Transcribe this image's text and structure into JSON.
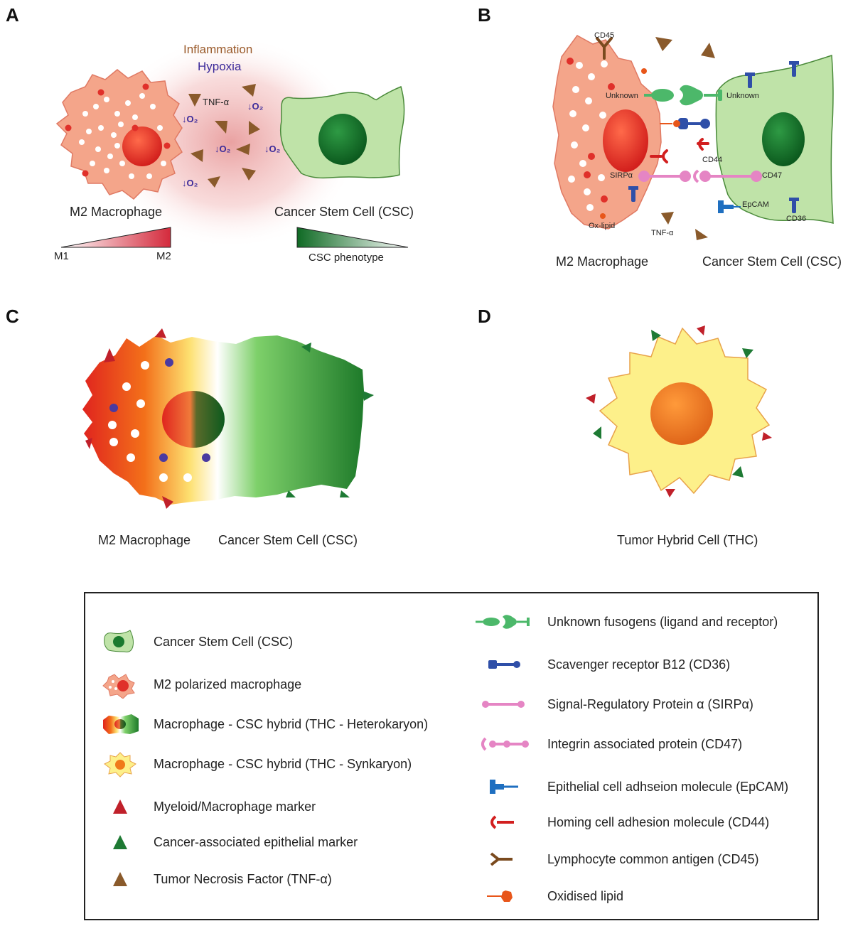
{
  "panels": {
    "a": {
      "letter": "A",
      "inflammation": "Inflammation",
      "hypoxia": "Hypoxia",
      "tnf": "TNF-α",
      "o2": "↓O₂",
      "macrophage_caption": "M2 Macrophage",
      "csc_caption": "Cancer Stem Cell (CSC)",
      "gradient_left": "M1",
      "gradient_right": "M2",
      "csc_phenotype": "CSC phenotype"
    },
    "b": {
      "letter": "B",
      "cd45": "CD45",
      "unknown_left": "Unknown",
      "unknown_right": "Unknown",
      "cd44": "CD44",
      "sirpa": "SIRPα",
      "cd47": "CD47",
      "epcam": "EpCAM",
      "cd36": "CD36",
      "oxlipid": "Ox-lipid",
      "tnf": "TNF-α",
      "macrophage_caption": "M2 Macrophage",
      "csc_caption": "Cancer Stem Cell (CSC)"
    },
    "c": {
      "letter": "C",
      "macrophage_caption": "M2 Macrophage",
      "csc_caption": "Cancer Stem Cell (CSC)"
    },
    "d": {
      "letter": "D",
      "thc_caption": "Tumor Hybrid Cell (THC)"
    }
  },
  "legend": {
    "left": [
      {
        "icon": "csc-cell-icon",
        "label": "Cancer Stem Cell (CSC)"
      },
      {
        "icon": "m2-macrophage-icon",
        "label": "M2 polarized macrophage"
      },
      {
        "icon": "heterokaryon-icon",
        "label": "Macrophage - CSC hybrid (THC - Heterokaryon)"
      },
      {
        "icon": "synkaryon-icon",
        "label": "Macrophage - CSC hybrid (THC - Synkaryon)"
      },
      {
        "icon": "red-triangle-icon",
        "label": "Myeloid/Macrophage marker"
      },
      {
        "icon": "green-triangle-icon",
        "label": "Cancer-associated epithelial marker"
      },
      {
        "icon": "brown-triangle-icon",
        "label": "Tumor Necrosis Factor (TNF-α)"
      }
    ],
    "right": [
      {
        "icon": "unknown-fusogen-icon",
        "label": "Unknown fusogens (ligand and receptor)"
      },
      {
        "icon": "cd36-icon",
        "label": "Scavenger receptor B12 (CD36)"
      },
      {
        "icon": "sirpa-icon",
        "label": "Signal-Regulatory Protein α (SIRPα)"
      },
      {
        "icon": "cd47-icon",
        "label": "Integrin associated protein (CD47)"
      },
      {
        "icon": "epcam-icon",
        "label": "Epithelial cell adhseion molecule (EpCAM)"
      },
      {
        "icon": "cd44-icon",
        "label": "Homing cell adhesion molecule (CD44)"
      },
      {
        "icon": "cd45-icon",
        "label": "Lymphocyte common antigen (CD45)"
      },
      {
        "icon": "oxidised-lipid-icon",
        "label": "Oxidised lipid"
      }
    ]
  },
  "colors": {
    "macrophage_fill": "#f4a58a",
    "macrophage_nucleus": "#e0302a",
    "csc_fill": "#bfe3a8",
    "csc_nucleus": "#1a7a2e",
    "tnf_brown": "#8a5a2b",
    "myeloid_red": "#c0202a",
    "epithelial_green": "#1e7a34",
    "thc_yellow": "#fdf08a",
    "thc_nucleus": "#f07a1a",
    "fusogen_green": "#4cb86a",
    "cd36_blue": "#2f4fa8",
    "sirpa_pink": "#e585c4",
    "epcam_blue": "#1f6fc0",
    "cd44_red": "#d21f1f",
    "cd45_brown": "#7a4a1e",
    "oxlipid_orange": "#e8561a"
  }
}
